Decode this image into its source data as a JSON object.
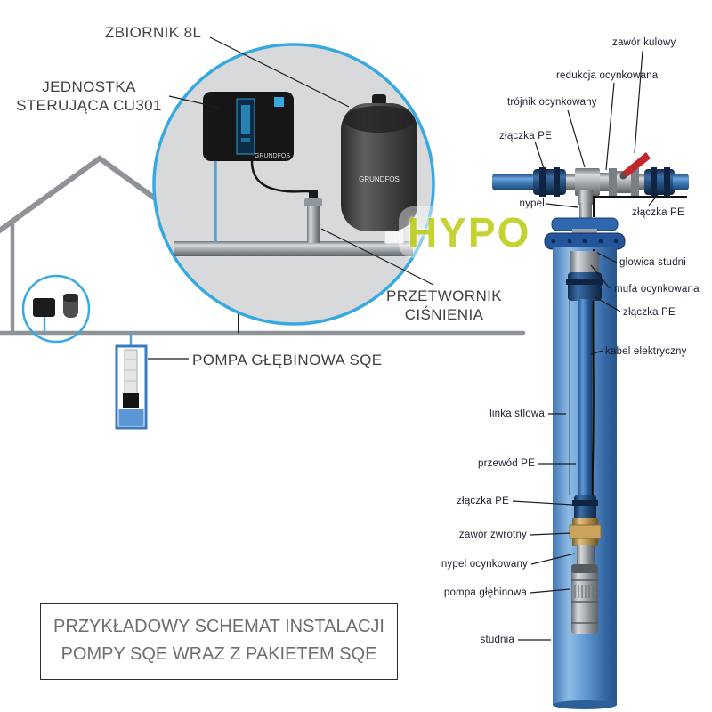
{
  "brand": {
    "name": "GRUNDFOS"
  },
  "watermark": {
    "text": "HYPO"
  },
  "captions": {
    "tank": "ZBIORNIK 8L",
    "control_unit": [
      "JEDNOSTKA",
      "STERUJĄCA CU301"
    ],
    "pressure_transducer": [
      "PRZETWORNIK",
      "CIŚNIENIA"
    ],
    "pump": "POMPA GŁĘBINOWA SQE"
  },
  "part_labels": {
    "ball_valve": "zawór kulowy",
    "galvanized_reducer": "redukcja ocynkowana",
    "galvanized_tee": "trójnik ocynkowany",
    "pe_coupling_left": "złączka PE",
    "nipple": "nypel",
    "pe_coupling_right": "złączka PE",
    "well_head": "glowica studni",
    "galvanized_coupling": "mufa ocynkowana",
    "pe_coupling_top": "złączka PE",
    "electric_cable": "kabel elektryczny",
    "steel_rope": "linka stlowa",
    "pe_pipe": "przewód PE",
    "pe_coupling_lower": "złączka PE",
    "check_valve": "zawór zwrotny",
    "galvanized_nipple": "nypel ocynkowany",
    "submersible_pump": "pompa głębinowa",
    "well": "studnia"
  },
  "footer": {
    "line1": "PRZYKŁADOWY SCHEMAT INSTALACJI",
    "line2": "POMPY SQE WRAZ Z PAKIETEM SQE"
  },
  "colors": {
    "accent_circle_blue": "#37a9e1",
    "pipe_blue": "#3a75b2",
    "pe_fitting_navy": "#1d4680",
    "valve_handle_red": "#c1272d",
    "watermark_green": "#c2ce21",
    "tank_gray": "#464646"
  }
}
